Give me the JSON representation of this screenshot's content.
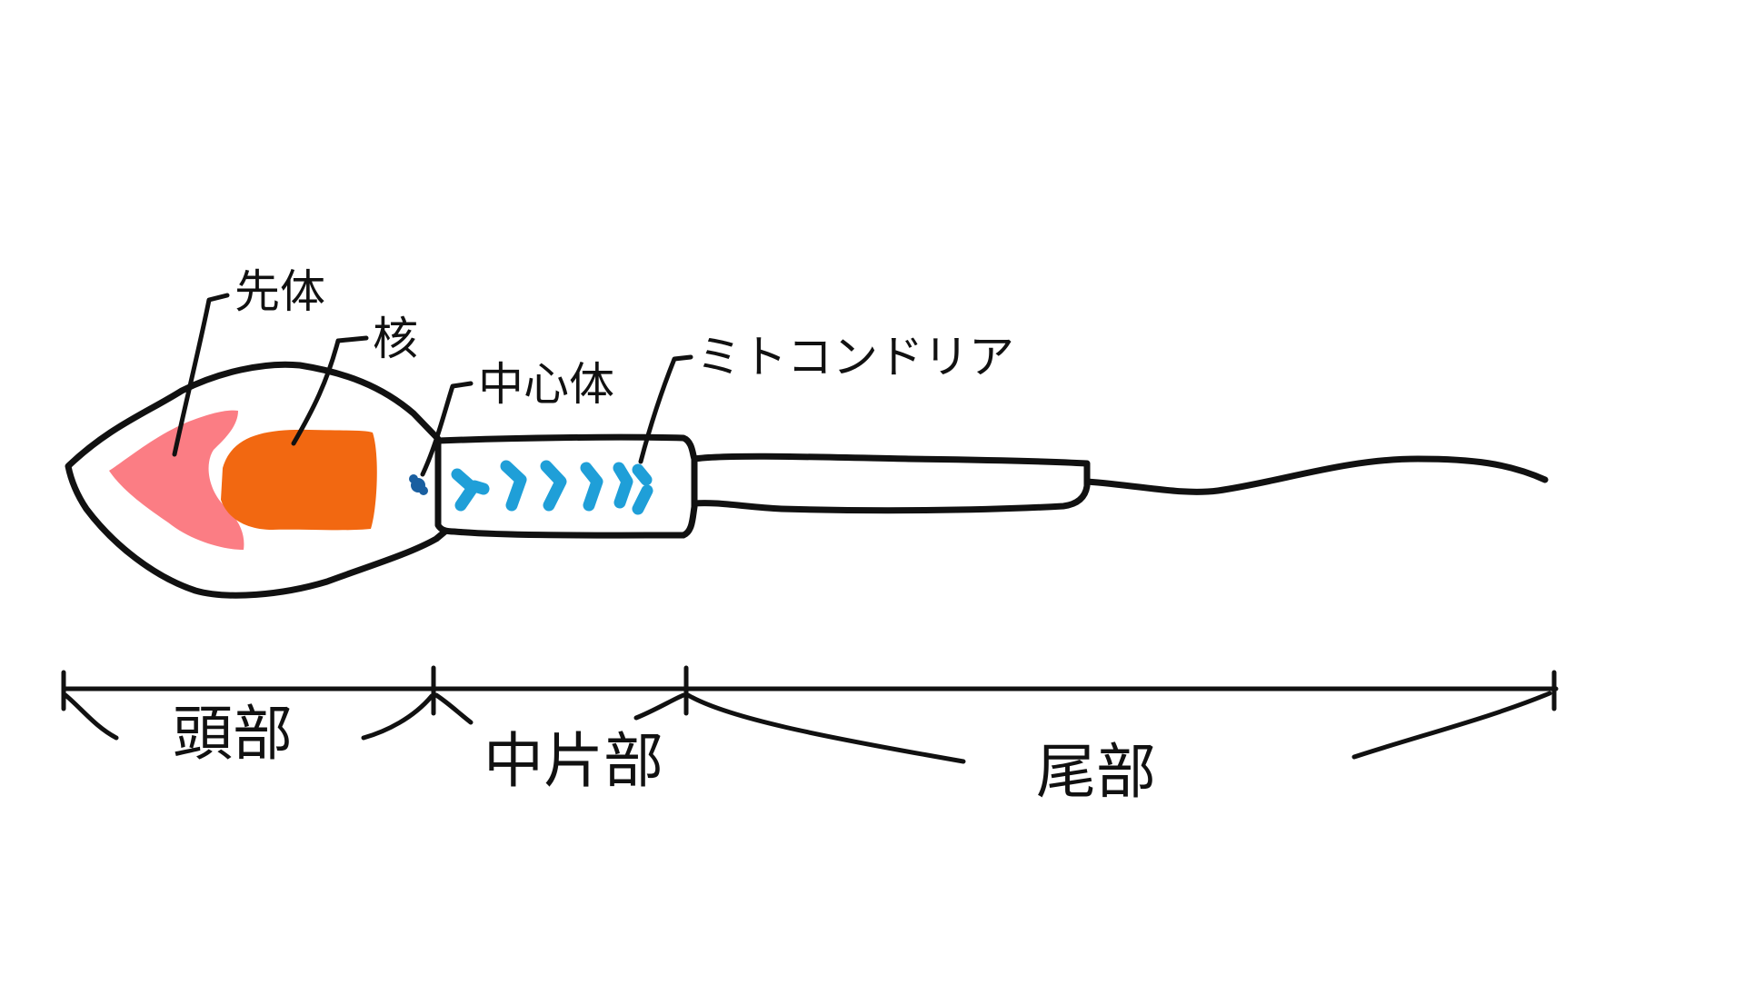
{
  "labels": {
    "acrosome": "先体",
    "nucleus": "核",
    "centriole": "中心体",
    "mitochondria": "ミトコンドリア"
  },
  "sections": {
    "head": "頭部",
    "midpiece": "中片部",
    "tail": "尾部"
  },
  "colors": {
    "outline": "#111111",
    "acrosome": "#fb7d84",
    "nucleus": "#f26811",
    "centriole": "#1a5fa0",
    "mitochondria": "#1f9fd8"
  }
}
